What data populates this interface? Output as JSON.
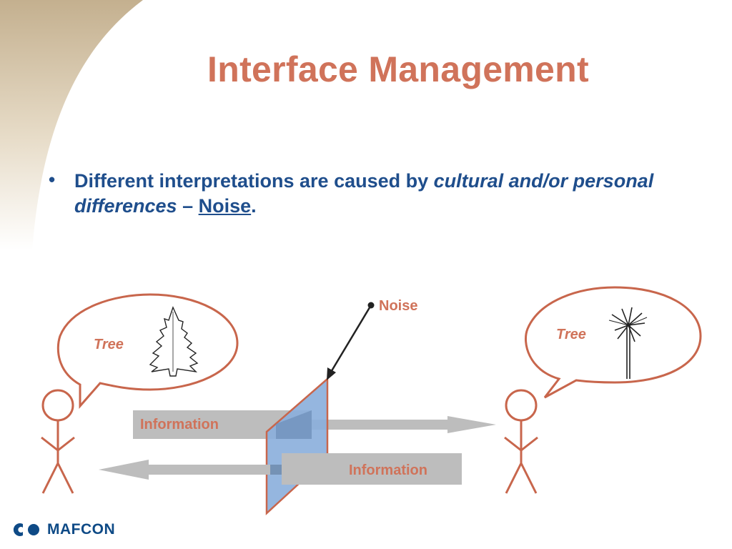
{
  "colors": {
    "title": "#d0735a",
    "text": "#1f4e8c",
    "outline": "#c8664c",
    "corner_dark": "#c9b89a",
    "arrow_fill": "#bdbdbd",
    "panel_fill": "#8aaedb",
    "panel_stroke": "#c8664c",
    "logo": "#0e4a86"
  },
  "title": "Interface Management",
  "bullet": {
    "marker": "•",
    "part1": "Different interpretations are caused by ",
    "part2_italic": "cultural and/or personal differences",
    "part3": " – ",
    "part4_underlined": "Noise",
    "part5": "."
  },
  "diagram": {
    "noise_label": "Noise",
    "left_bubble_label": "Tree",
    "right_bubble_label": "Tree",
    "top_arrow_label": "Information",
    "bottom_arrow_label": "Information",
    "left_tree_icon": "fir-tree-icon",
    "right_tree_icon": "palm-tree-icon",
    "person_icon": "stick-figure-icon"
  },
  "logo": {
    "text": "MAFCON",
    "icon": "mafcon-logo-icon"
  }
}
